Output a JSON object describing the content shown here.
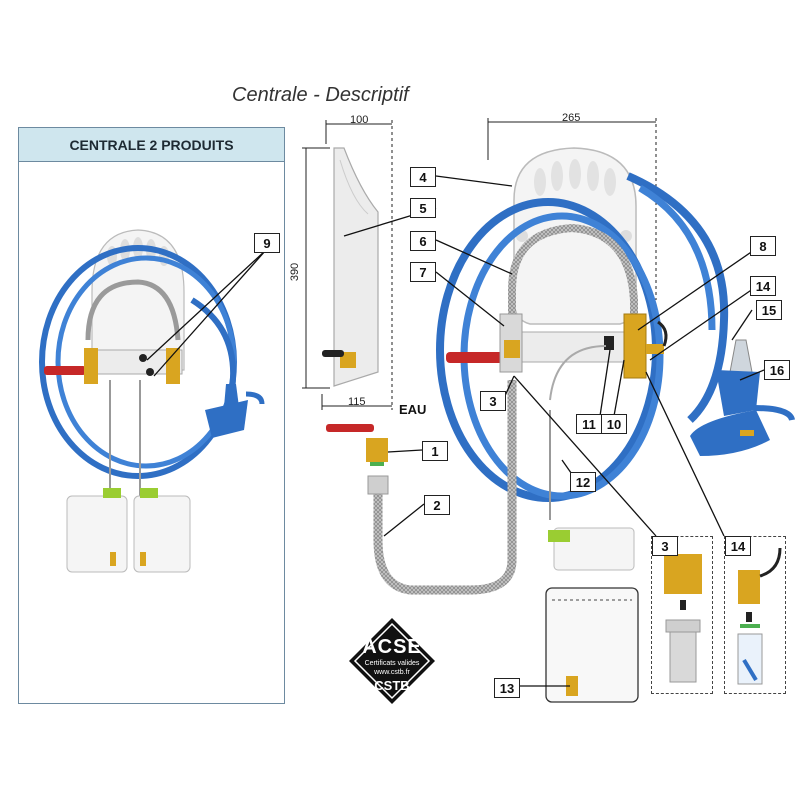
{
  "title": "Centrale  - Descriptif",
  "panel": {
    "heading": "CENTRALE 2 PRODUITS",
    "callout": "9"
  },
  "dimensions": {
    "top_width": "100",
    "height": "390",
    "bottom_width": "115",
    "right_width": "265"
  },
  "water_label": "EAU",
  "callouts": [
    "1",
    "2",
    "3",
    "4",
    "5",
    "6",
    "7",
    "8",
    "10",
    "11",
    "12",
    "13",
    "14",
    "15",
    "16"
  ],
  "detail_labels": {
    "left": "3",
    "right": "14"
  },
  "certification": {
    "line1": "ACSE",
    "line2": "Certificats valides",
    "line3": "www.cstb.fr",
    "line4": "CSTB"
  },
  "colors": {
    "hose": "#2f6fc4",
    "hose_dark": "#1f4f99",
    "valve_handle": "#c62828",
    "brass": "#d9a520",
    "panel_head": "#cfe6ee",
    "cap": "#9acd32"
  }
}
